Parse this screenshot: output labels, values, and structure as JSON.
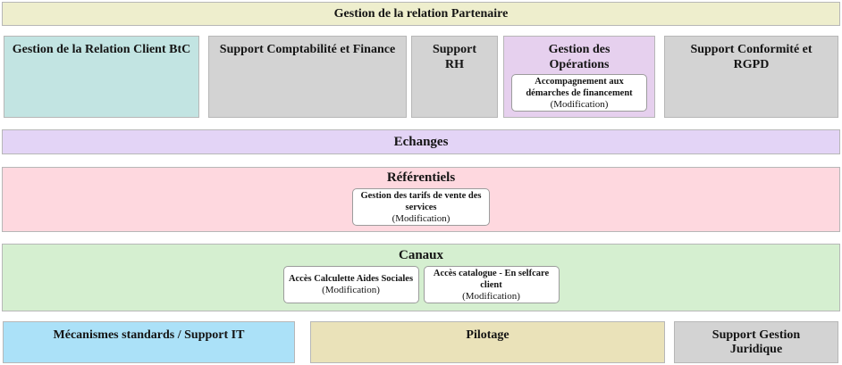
{
  "diagram": {
    "top_banner": {
      "label": "Gestion de la relation Partenaire",
      "bg": "#eeeecd"
    },
    "row1": [
      {
        "label": "Gestion de la Relation Client BtC",
        "bg": "#c2e4e2"
      },
      {
        "label": "Support Comptabilité et Finance",
        "bg": "#d3d3d3"
      },
      {
        "label": "Support RH",
        "bg": "#d3d3d3"
      },
      {
        "label": "Gestion des Opérations",
        "bg": "#e6d0ee",
        "child": {
          "title": "Accompagnement aux démarches de financement",
          "status": "(Modification)"
        }
      },
      {
        "label": "Support Conformité et RGPD",
        "bg": "#d3d3d3"
      }
    ],
    "bands": [
      {
        "label": "Echanges",
        "bg": "#e3d4f6"
      },
      {
        "label": "Référentiels",
        "bg": "#fed8df",
        "child": {
          "title": "Gestion des tarifs de vente des services",
          "status": "(Modification)"
        }
      },
      {
        "label": "Canaux",
        "bg": "#d5efd0",
        "children": [
          {
            "title": "Accès Calculette Aides Sociales",
            "status": "(Modification)"
          },
          {
            "title": "Accès catalogue - En selfcare client",
            "status": "(Modification)"
          }
        ]
      }
    ],
    "bottom_row": [
      {
        "label": "Mécanismes standards / Support IT",
        "bg": "#abe1f8"
      },
      {
        "label": "Pilotage",
        "bg": "#eae2b9"
      },
      {
        "label": "Support Gestion Juridique",
        "bg": "#d3d3d3"
      }
    ]
  }
}
